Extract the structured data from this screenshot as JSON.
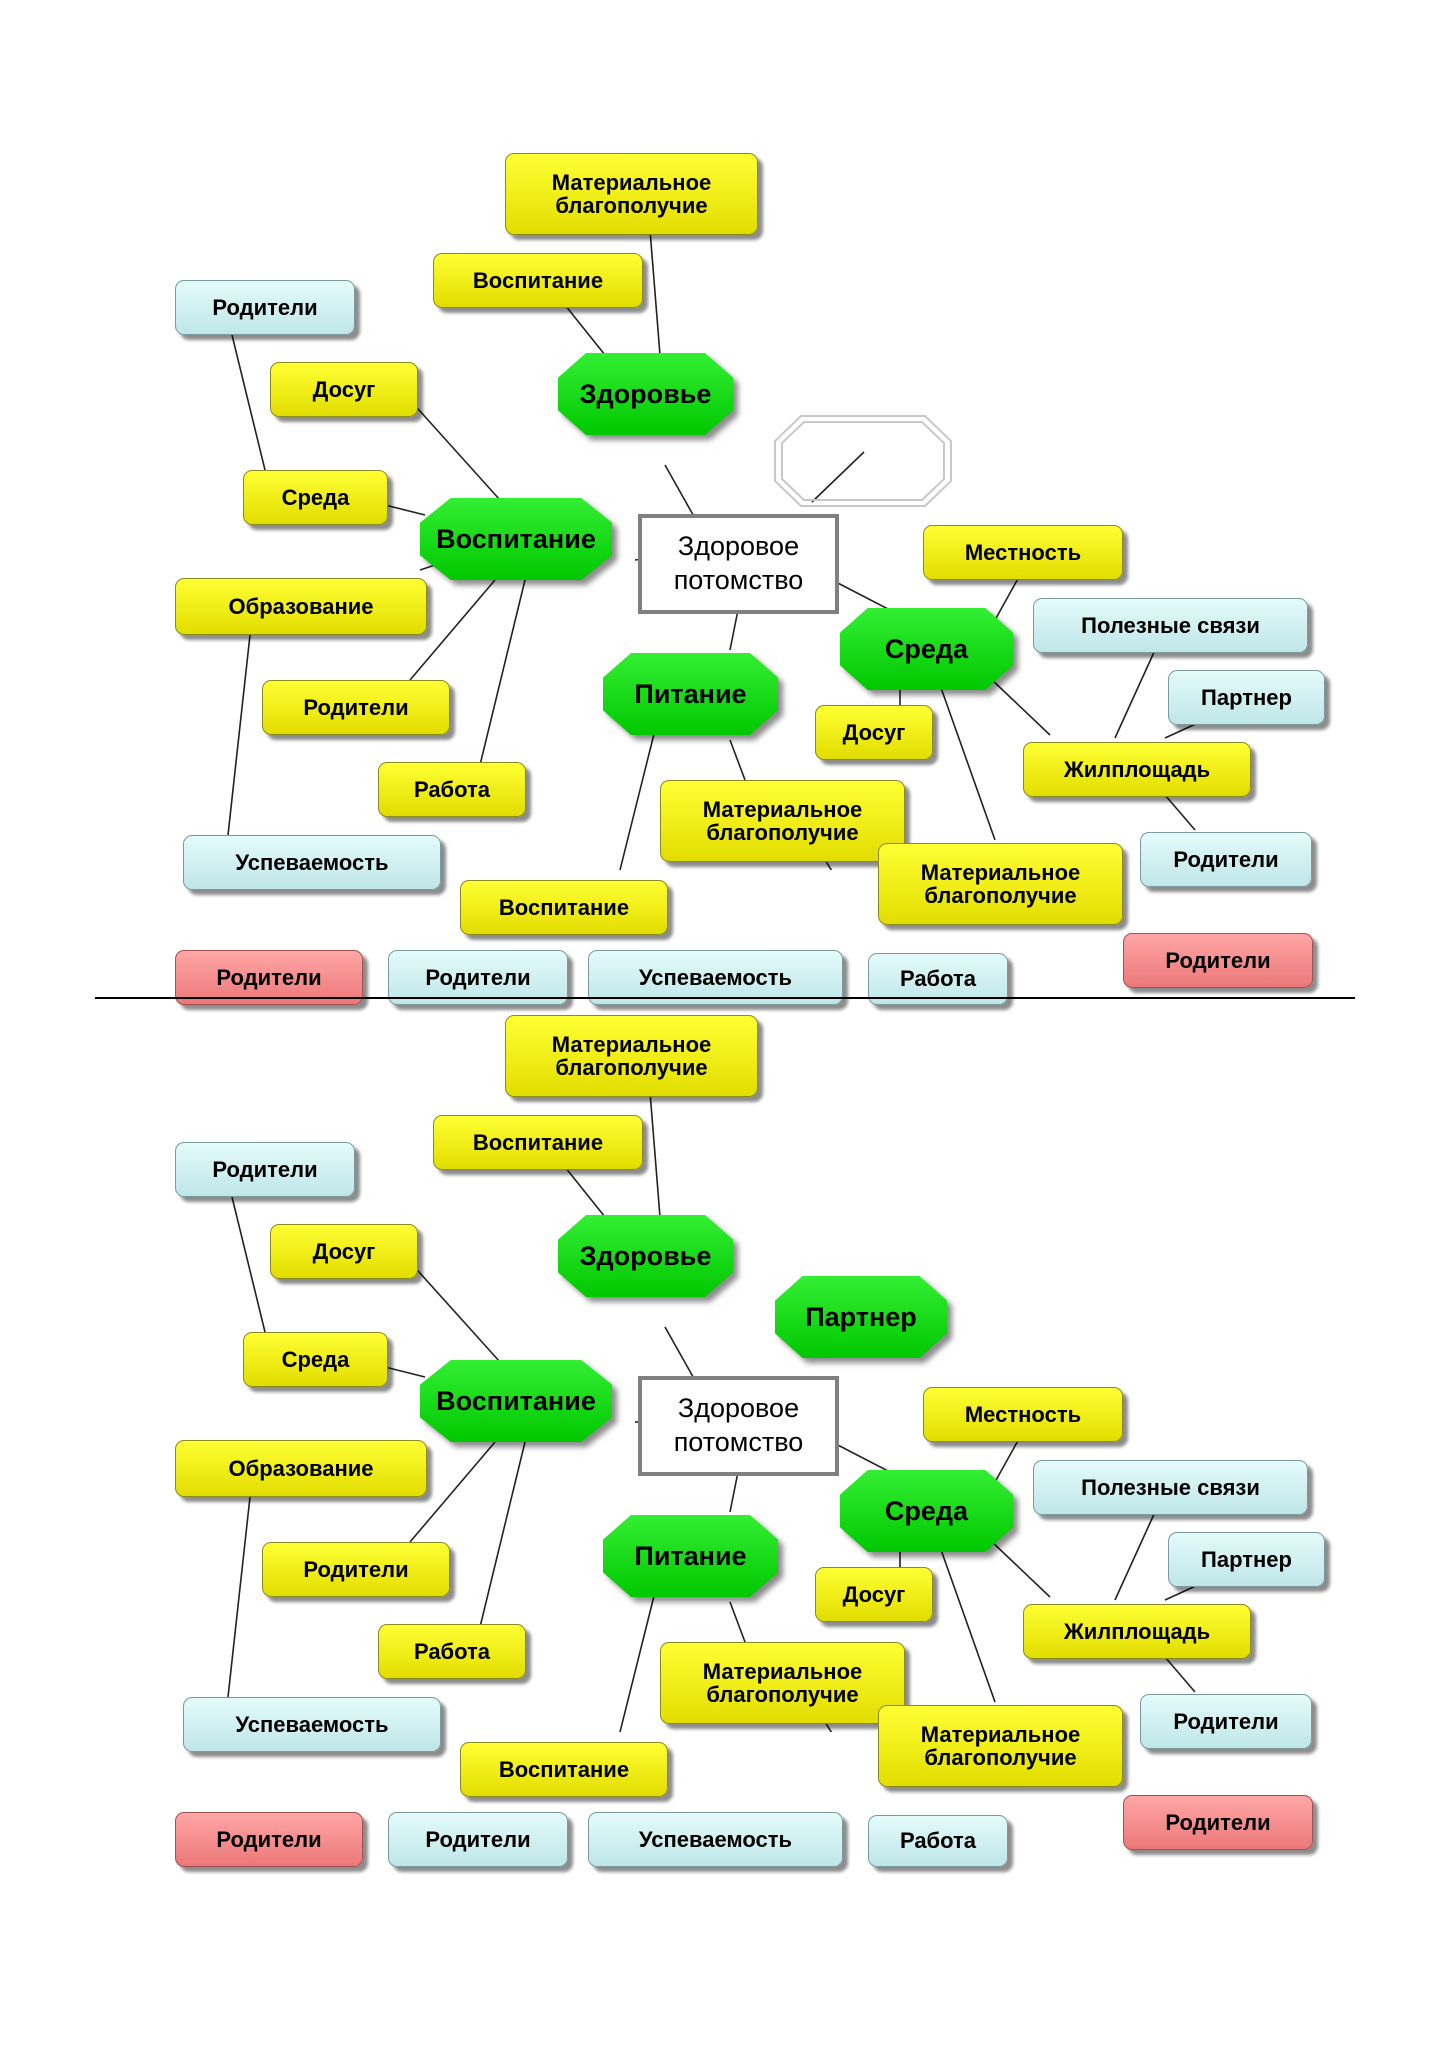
{
  "diagrams": [
    {
      "center": "Здоровое потомство",
      "hubs": {
        "zdorovye": "Здоровье",
        "vospitanie": "Воспитание",
        "pitanie": "Питание",
        "sreda": "Среда"
      },
      "extra_hub": "",
      "labels": {
        "mat1": "Материальное благополучие",
        "vosp1": "Воспитание",
        "rod1": "Родители",
        "dosug1": "Досуг",
        "sreda1": "Среда",
        "obraz": "Образование",
        "rod2": "Родители",
        "rabota1": "Работа",
        "uspev1": "Успеваемость",
        "rod_red1": "Родители",
        "vosp2": "Воспитание",
        "rod3": "Родители",
        "uspev2": "Успеваемость",
        "mat2": "Материальное благополучие",
        "mat3": "Материальное благополучие",
        "rabota2": "Работа",
        "dosug2": "Досуг",
        "mestnost": "Местность",
        "polez": "Полезные связи",
        "partner": "Партнер",
        "zhil": "Жилплощадь",
        "rod4": "Родители",
        "rod_red2": "Родители"
      }
    },
    {
      "center": "Здоровое потомство",
      "hubs": {
        "zdorovye": "Здоровье",
        "vospitanie": "Воспитание",
        "pitanie": "Питание",
        "sreda": "Среда"
      },
      "extra_hub": "Партнер",
      "labels": {
        "mat1": "Материальное благополучие",
        "vosp1": "Воспитание",
        "rod1": "Родители",
        "dosug1": "Досуг",
        "sreda1": "Среда",
        "obraz": "Образование",
        "rod2": "Родители",
        "rabota1": "Работа",
        "uspev1": "Успеваемость",
        "rod_red1": "Родители",
        "vosp2": "Воспитание",
        "rod3": "Родители",
        "uspev2": "Успеваемость",
        "mat2": "Материальное благополучие",
        "mat3": "Материальное благополучие",
        "rabota2": "Работа",
        "dosug2": "Досуг",
        "mestnost": "Местность",
        "polez": "Полезные связи",
        "partner": "Партнер",
        "zhil": "Жилплощадь",
        "rod4": "Родители",
        "rod_red2": "Родители"
      }
    }
  ],
  "colors": {
    "yellow": "#f0f000",
    "blue": "#d4f2f4",
    "red": "#f08a8a",
    "green": "#1ee01e",
    "center_border": "#808080"
  }
}
